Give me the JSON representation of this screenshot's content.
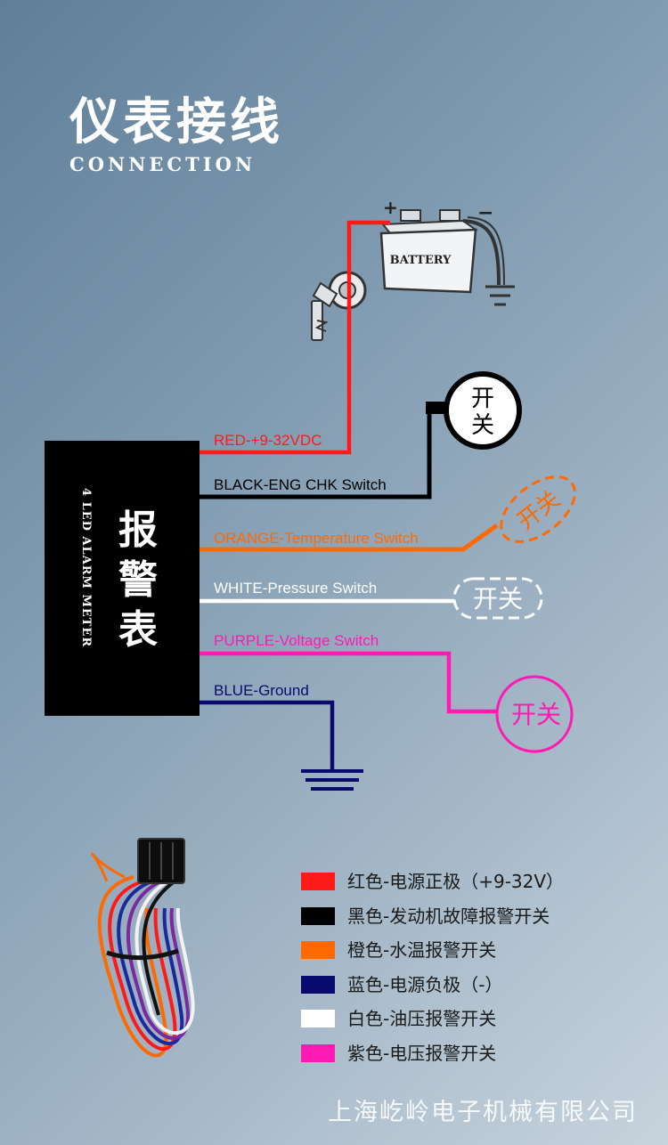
{
  "header": {
    "title_cn": "仪表接线",
    "title_en": "CONNECTION"
  },
  "battery": {
    "label": "BATTERY",
    "plus": "+",
    "minus": "−"
  },
  "meter": {
    "side_text": "4 LED ALARM METER",
    "chars": [
      "报",
      "警",
      "表"
    ]
  },
  "wires": {
    "red": "RED-+9-32VDC",
    "black": "BLACK-ENG CHK Switch",
    "orange": "ORANGE-Temperature Switch",
    "white": "WHITE-Pressure Switch",
    "purple": "PURPLE-Voltage Switch",
    "blue": "BLUE-Ground"
  },
  "switches": {
    "black_line1": "开",
    "black_line2": "关",
    "orange": "开关",
    "white": "开关",
    "purple": "开关"
  },
  "colors": {
    "red": "#ff1a1a",
    "black": "#000000",
    "orange": "#ff6a00",
    "white": "#ffffff",
    "purple": "#ff1ab4",
    "blue": "#0a0a6e"
  },
  "legend": [
    {
      "color": "#ff1a1a",
      "label": "红色-电源正极（+9-32V）"
    },
    {
      "color": "#000000",
      "label": "黑色-发动机故障报警开关"
    },
    {
      "color": "#ff6a00",
      "label": "橙色-水温报警开关"
    },
    {
      "color": "#0a0a6e",
      "label": "蓝色-电源负极（-）"
    },
    {
      "color": "#ffffff",
      "label": "白色-油压报警开关"
    },
    {
      "color": "#ff1ab4",
      "label": "紫色-电压报警开关"
    }
  ],
  "footer": {
    "company": "上海屹岭电子机械有限公司"
  }
}
